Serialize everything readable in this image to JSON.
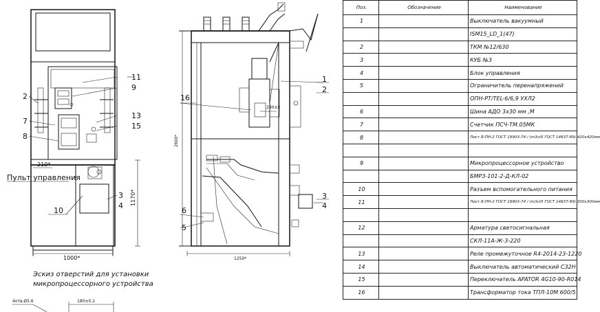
{
  "front_view": {
    "callouts": [
      "2",
      "7",
      "8",
      "11",
      "9",
      "13",
      "15",
      "3",
      "4",
      "10"
    ],
    "dim_width": "1000*",
    "dim_gap": "210*",
    "dim_height": "1170*",
    "panel_label": "Пульт управления"
  },
  "side_view": {
    "callouts": [
      "16",
      "1",
      "2",
      "3",
      "4",
      "6",
      "5"
    ],
    "dim_height": "2600*",
    "dim_width": "1250*",
    "dim_window": "280±5"
  },
  "sketch": {
    "caption_line1": "Эскиз отверстий для установки",
    "caption_line2": "микропроцессорного устройства",
    "holes_label": "4отв.Ø5.6",
    "dim_label": "180±0.2"
  },
  "spec_table": {
    "headers": [
      "Поз.",
      "Обозначение",
      "Наименование"
    ],
    "rows": [
      {
        "pos": "1",
        "designation": "",
        "name": "Выключатель вакуумный"
      },
      {
        "pos": "",
        "designation": "",
        "name": "ISM15_LD_1(47)"
      },
      {
        "pos": "2",
        "designation": "",
        "name": "ТКМ №12/630"
      },
      {
        "pos": "3",
        "designation": "",
        "name": "КУБ №3"
      },
      {
        "pos": "4",
        "designation": "",
        "name": "Блок управления"
      },
      {
        "pos": "5",
        "designation": "",
        "name": "Ограничитель перенапряжений"
      },
      {
        "pos": "",
        "designation": "",
        "name": "ОПН-РТ/TEL-6/6,9 УХЛ2"
      },
      {
        "pos": "6",
        "designation": "",
        "name": "Шина АДО 3х30 мм                    ,М"
      },
      {
        "pos": "7",
        "designation": "",
        "name": "Счетчик ПСЧ-ТМ.05МК"
      },
      {
        "pos": "8",
        "designation": "",
        "name": "Лист Б-ПН-2 ГОСТ 19903-74 / (m3ct5 ГОСТ 14637-89) 420х420мм"
      },
      {
        "pos": "",
        "designation": "",
        "name": ""
      },
      {
        "pos": "9",
        "designation": "",
        "name": "Микропроцессорное устройство"
      },
      {
        "pos": "",
        "designation": "",
        "name": "БМРЗ-101-2-Д-КЛ-02"
      },
      {
        "pos": "10",
        "designation": "",
        "name": "Разъем вспомогательного питания"
      },
      {
        "pos": "11",
        "designation": "",
        "name": "Лист Б-ПН-2 ГОСТ 19903-74 / (m3ct5 ГОСТ 14637-89) 300х300мм"
      },
      {
        "pos": "",
        "designation": "",
        "name": ""
      },
      {
        "pos": "12",
        "designation": "",
        "name": "Арматура светосигнальная"
      },
      {
        "pos": "",
        "designation": "",
        "name": "СКЛ-11А-Ж-3-220"
      },
      {
        "pos": "13",
        "designation": "",
        "name": "Реле промежуточное R4-2014-23-1220"
      },
      {
        "pos": "14",
        "designation": "",
        "name": "Выключатель автоматический С32Н"
      },
      {
        "pos": "15",
        "designation": "",
        "name": "Переключатель APATOR 4G10-90-R014"
      },
      {
        "pos": "16",
        "designation": "",
        "name": "Трансформатор тока ТПЛ-10М 600/5"
      }
    ]
  }
}
